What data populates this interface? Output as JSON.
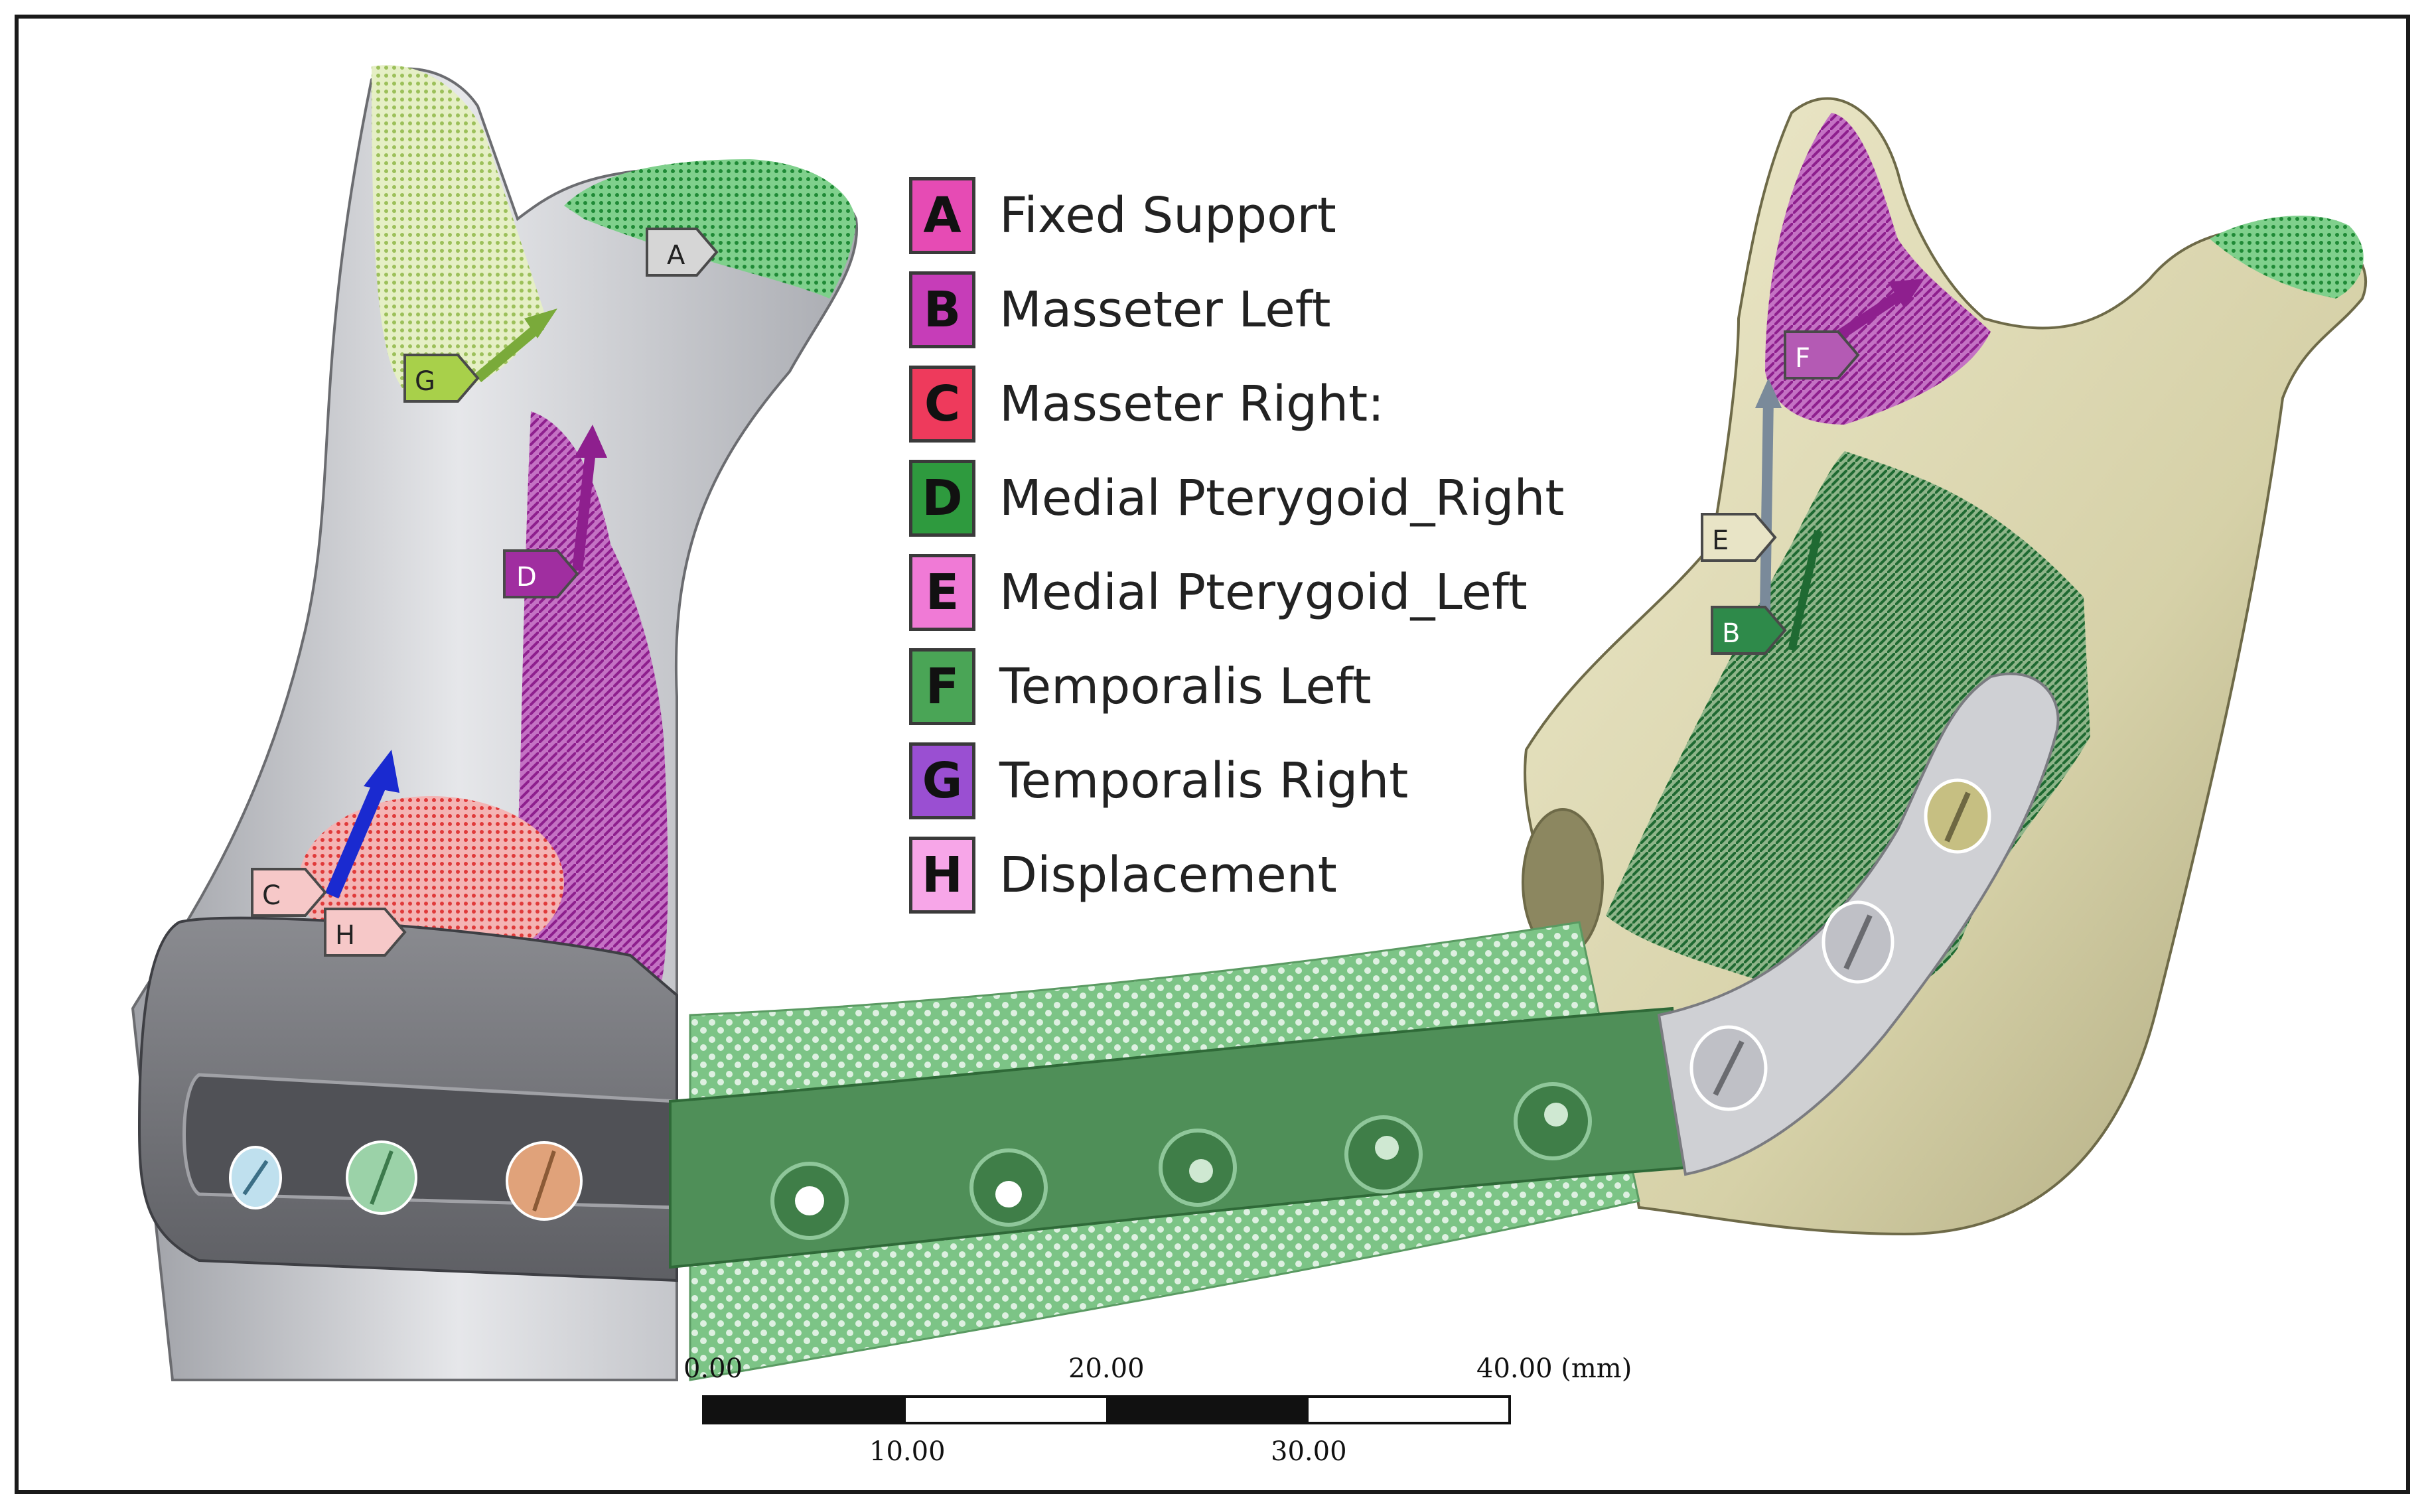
{
  "legend": [
    {
      "letter": "A",
      "label": "Fixed Support",
      "color": "#e64bb4"
    },
    {
      "letter": "B",
      "label": "Masseter Left",
      "color": "#c63db8"
    },
    {
      "letter": "C",
      "label": "Masseter Right:",
      "color": "#ee3a5c"
    },
    {
      "letter": "D",
      "label": "Medial Pterygoid_Right",
      "color": "#2e9a3e"
    },
    {
      "letter": "E",
      "label": "Medial Pterygoid_Left",
      "color": "#f07ad6"
    },
    {
      "letter": "F",
      "label": "Temporalis Left",
      "color": "#4aa556"
    },
    {
      "letter": "G",
      "label": "Temporalis Right",
      "color": "#9a4fd2"
    },
    {
      "letter": "H",
      "label": "Displacement",
      "color": "#f7a6e8"
    }
  ],
  "markers": {
    "left": [
      "A",
      "G",
      "D",
      "C",
      "H"
    ],
    "right": [
      "F",
      "E",
      "B"
    ]
  },
  "scale_bar": {
    "top_labels": [
      "0.00",
      "20.00",
      "40.00 (mm)"
    ],
    "bottom_labels": [
      "10.00",
      "30.00"
    ]
  },
  "colors": {
    "bone_gray": "#c7c8cc",
    "bone_tan": "#d8d4ae",
    "mesh_green": "#5fae6a",
    "plate_green": "#4f8f58",
    "magenta_region": "#b040b0",
    "red_region": "#e86a6a",
    "arrow_blue": "#1a2ad0"
  }
}
